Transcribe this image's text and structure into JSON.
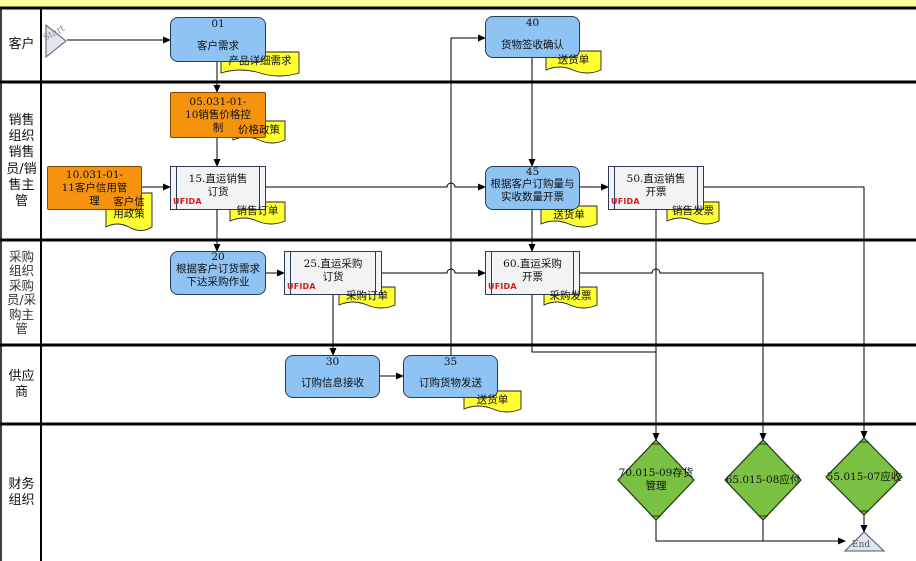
{
  "colors": {
    "header_bar": "#ffff99",
    "blue_step": "#8ec3f4",
    "orange_ref": "#f5930f",
    "process_step": "#f3f3f3",
    "document": "#ffff33",
    "decision": "#7ac143",
    "ufida_logo": "#d71920"
  },
  "lanes": [
    {
      "label": "客户"
    },
    {
      "label": "销售\n组织\n销售\n员/销\n售主\n管"
    },
    {
      "label": "采购\n组织\n采购\n员/采\n购主\n管"
    },
    {
      "label": "供应\n商"
    },
    {
      "label": "财务\n组织"
    }
  ],
  "terminators": {
    "start": "Start",
    "end": "End"
  },
  "steps": {
    "s01": {
      "num": "01",
      "text": "客户需求"
    },
    "s40": {
      "num": "40",
      "text": "货物签收确认"
    },
    "s20": {
      "num": "20",
      "text": "根据客户订货需求\n下达采购作业"
    },
    "s45": {
      "num": "45",
      "text": "根据客户订购量与\n实收数量开票"
    },
    "s30": {
      "num": "30",
      "text": "订购信息接收"
    },
    "s35": {
      "num": "35",
      "text": "订购货物发送"
    }
  },
  "references": {
    "price": {
      "text": "05.031-01-\n10销售价格控\n制"
    },
    "credit": {
      "text": "10.031-01-\n11客户信用管\n理"
    }
  },
  "processes": {
    "p15": {
      "text": "15.直运销售\n订货",
      "logo": "UFIDA"
    },
    "p25": {
      "text": "25.直运采购\n订货",
      "logo": "UFIDA"
    },
    "p50": {
      "text": "50.直运销售\n开票",
      "logo": "UFIDA"
    },
    "p60": {
      "text": "60.直运采购\n开票",
      "logo": "UFIDA"
    }
  },
  "documents": {
    "d_detail": {
      "text": "产品详细需求"
    },
    "d_recv40": {
      "text": "送货单"
    },
    "d_pricepol": {
      "text": "价格政策"
    },
    "d_credit": {
      "text": "客户信\n用政策"
    },
    "d_salesorder": {
      "text": "销售订单"
    },
    "d_recv45": {
      "text": "送货单"
    },
    "d_salesinv": {
      "text": "销售发票"
    },
    "d_po": {
      "text": "采购订单"
    },
    "d_purinv": {
      "text": "采购发票"
    },
    "d_recv35": {
      "text": "送货单"
    }
  },
  "decisions": {
    "dec70": {
      "text": "70.015-09存货\n管理"
    },
    "dec65": {
      "text": "65.015-08应付"
    },
    "dec55": {
      "text": "55.015-07应收"
    }
  }
}
